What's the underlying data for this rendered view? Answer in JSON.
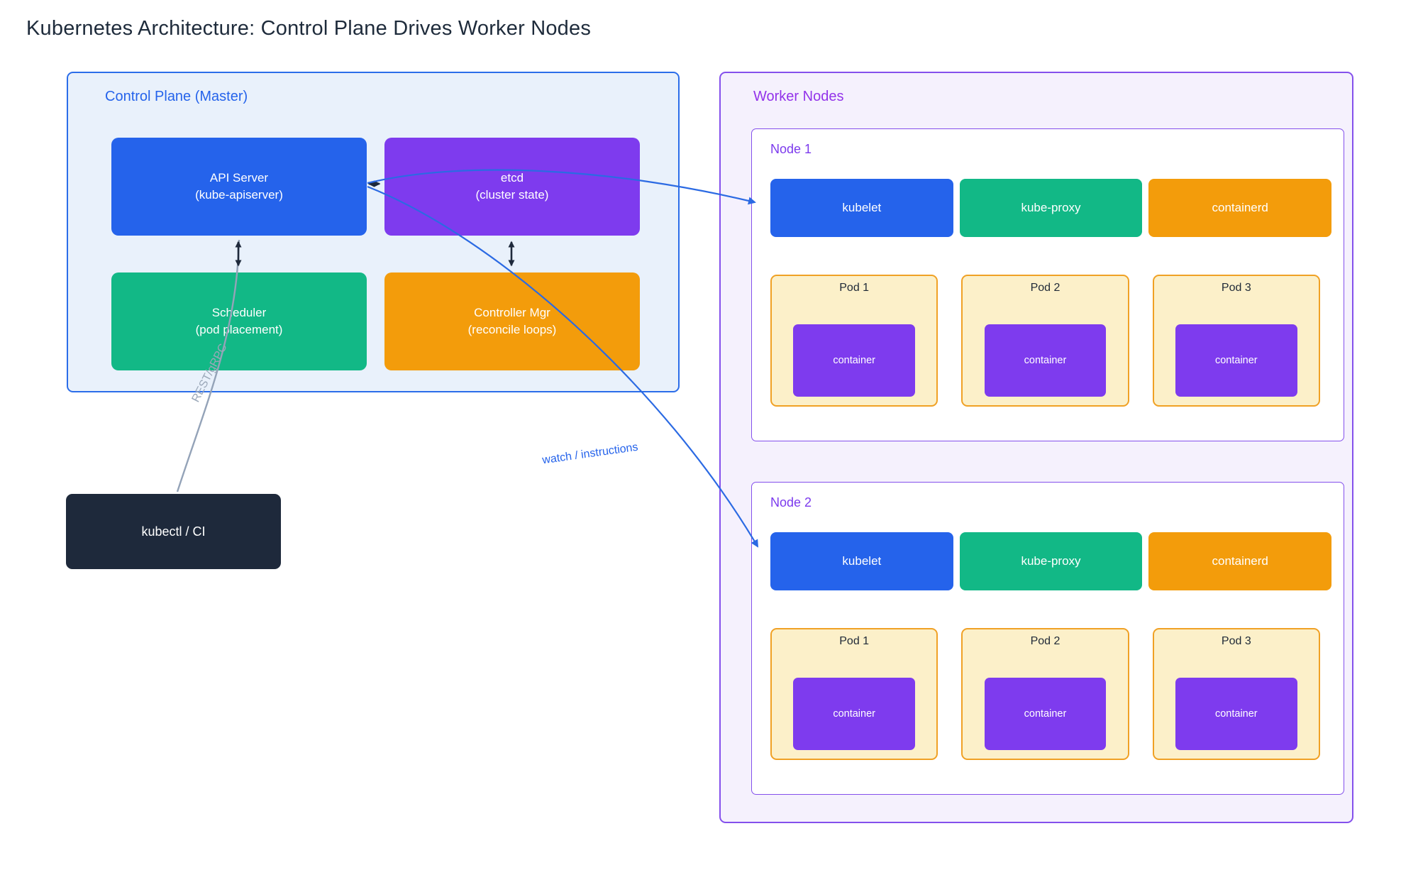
{
  "title": "Kubernetes Architecture: Control Plane Drives Worker Nodes",
  "colors": {
    "blue": "#2563eb",
    "purple": "#7e3bee",
    "green": "#12b886",
    "orange": "#f39c0b",
    "dark": "#1e293b",
    "edge_blue": "#2b6ae3",
    "edge_gray": "#94a3b8",
    "edge_black": "#1e293b",
    "pod_bg": "#fcf0c9",
    "pod_border": "#f0a125",
    "control_plane_bg": "#e9f1fb",
    "control_plane_border": "#2b6de9",
    "worker_bg": "#f5f1fd",
    "worker_border": "#8450ec"
  },
  "control_plane": {
    "label": "Control Plane (Master)",
    "components": [
      {
        "line1": "API Server",
        "line2": "(kube-apiserver)",
        "color": "#2563eb"
      },
      {
        "line1": "etcd",
        "line2": "(cluster state)",
        "color": "#7e3bee"
      },
      {
        "line1": "Scheduler",
        "line2": "(pod placement)",
        "color": "#12b886"
      },
      {
        "line1": "Controller Mgr",
        "line2": "(reconcile loops)",
        "color": "#f39c0b"
      }
    ]
  },
  "kubectl": {
    "label": "kubectl / CI",
    "color": "#1e293b"
  },
  "worker_nodes": {
    "label": "Worker Nodes",
    "nodes": [
      {
        "label": "Node 1",
        "components": [
          {
            "label": "kubelet",
            "color": "#2563eb"
          },
          {
            "label": "kube-proxy",
            "color": "#12b886"
          },
          {
            "label": "containerd",
            "color": "#f39c0b"
          }
        ],
        "pods": [
          {
            "label": "Pod 1",
            "container": "container"
          },
          {
            "label": "Pod 2",
            "container": "container"
          },
          {
            "label": "Pod 3",
            "container": "container"
          }
        ]
      },
      {
        "label": "Node 2",
        "components": [
          {
            "label": "kubelet",
            "color": "#2563eb"
          },
          {
            "label": "kube-proxy",
            "color": "#12b886"
          },
          {
            "label": "containerd",
            "color": "#f39c0b"
          }
        ],
        "pods": [
          {
            "label": "Pod 1",
            "container": "container"
          },
          {
            "label": "Pod 2",
            "container": "container"
          },
          {
            "label": "Pod 3",
            "container": "container"
          }
        ]
      }
    ]
  },
  "edges": {
    "rest_grpc": {
      "label": "REST/gRPC"
    },
    "watch": {
      "label": "watch / instructions"
    }
  }
}
